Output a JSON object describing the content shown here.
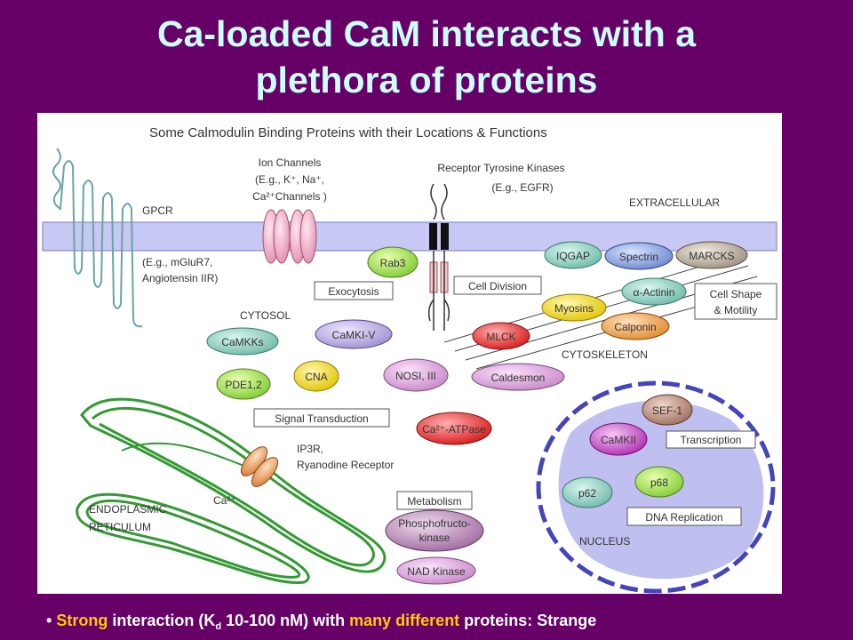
{
  "slide": {
    "title_line1": "Ca-loaded CaM interacts with a",
    "title_line2": "plethora of proteins"
  },
  "figure": {
    "heading": "Some Calmodulin Binding Proteins with their Locations & Functions",
    "gpcr": {
      "label": "GPCR",
      "example_line1": "(E.g., mGluR7,",
      "example_line2": "Angiotensin IIR)"
    },
    "ion_channels": {
      "line1": "Ion Channels",
      "line2": "(E.g., K⁺, Na⁺,",
      "line3": "Ca²⁺Channels )"
    },
    "rtk": {
      "line1": "Receptor Tyrosine Kinases",
      "line2": "(E.g., EGFR)"
    },
    "region_labels": {
      "extracellular": "EXTRACELLULAR",
      "cytosol": "CYTOSOL",
      "cytoskeleton": "CYTOSKELETON",
      "er_line1": "ENDOPLASMIC",
      "er_line2": "RETICULUM",
      "nucleus": "NUCLEUS",
      "ip3r_line1": "IP3R,",
      "ip3r_line2": "Ryanodine Receptor",
      "ca": "Ca²⁺"
    },
    "function_boxes": {
      "exocytosis": "Exocytosis",
      "cell_division": "Cell Division",
      "cell_shape_line1": "Cell Shape",
      "cell_shape_line2": "& Motility",
      "signal_transduction": "Signal Transduction",
      "transcription": "Transcription",
      "dna_replication": "DNA Replication",
      "metabolism": "Metabolism"
    },
    "proteins": {
      "rab3": "Rab3",
      "iqgap": "IQGAP",
      "spectrin": "Spectrin",
      "marcks": "MARCKS",
      "alpha_actinin": "α-Actinin",
      "myosins": "Myosins",
      "calponin": "Calponin",
      "mlck": "MLCK",
      "caldesmon": "Caldesmon",
      "camkks": "CaMKKs",
      "camki_v": "CaMKI-V",
      "nos": "NOSI, III",
      "cna": "CNA",
      "pde": "PDE1,2",
      "ca_atpase": "Ca²⁺-ATPase",
      "sef1": "SEF-1",
      "camkii": "CaMKII",
      "p62": "p62",
      "p68": "p68",
      "pfk_line1": "Phosphofructo-",
      "pfk_line2": "kinase",
      "nad_kinase": "NAD Kinase"
    },
    "colors": {
      "membrane": "#c8c8f4",
      "er": "#339933",
      "nucleus_fill": "#b8b8ee",
      "nucleus_border": "#4444bb"
    }
  },
  "footer": {
    "bullet": "•",
    "w1": "Strong",
    "w2": "interaction (K",
    "w2_sub": "d",
    "w3": "10-100 nM) with",
    "w4": "many different",
    "w5": "proteins: Strange"
  }
}
